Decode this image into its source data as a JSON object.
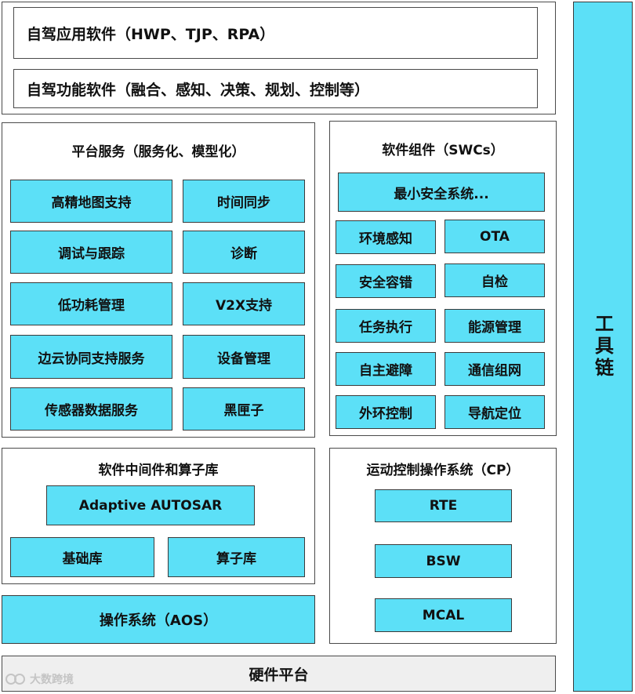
{
  "app_layer": {
    "apps": "自驾应用软件（HWP、TJP、RPA）",
    "functions": "自驾功能软件（融合、感知、决策、规划、控制等）"
  },
  "platform_services": {
    "title": "平台服务（服务化、模型化）",
    "items": [
      "高精地图支持",
      "时间同步",
      "调试与跟踪",
      "诊断",
      "低功耗管理",
      "V2X支持",
      "边云协同支持服务",
      "设备管理",
      "传感器数据服务",
      "黑匣子"
    ]
  },
  "swc": {
    "title": "软件组件（SWCs）",
    "top": "最小安全系统...",
    "items": [
      "环境感知",
      "OTA",
      "安全容错",
      "自检",
      "任务执行",
      "能源管理",
      "自主避障",
      "通信组网",
      "外环控制",
      "导航定位"
    ]
  },
  "middleware": {
    "title": "软件中间件和算子库",
    "adaptive": "Adaptive AUTOSAR",
    "base_lib": "基础库",
    "operator_lib": "算子库"
  },
  "aos": "操作系统（AOS）",
  "cp": {
    "title": "运动控制操作系统（CP）",
    "rte": "RTE",
    "bsw": "BSW",
    "mcal": "MCAL"
  },
  "hardware": "硬件平台",
  "toolchain": "工具链",
  "watermark": "大数跨境",
  "colors": {
    "box_fill": "#5ce0f7",
    "hardware_fill": "#efefef",
    "border": "#3a3a3a"
  }
}
